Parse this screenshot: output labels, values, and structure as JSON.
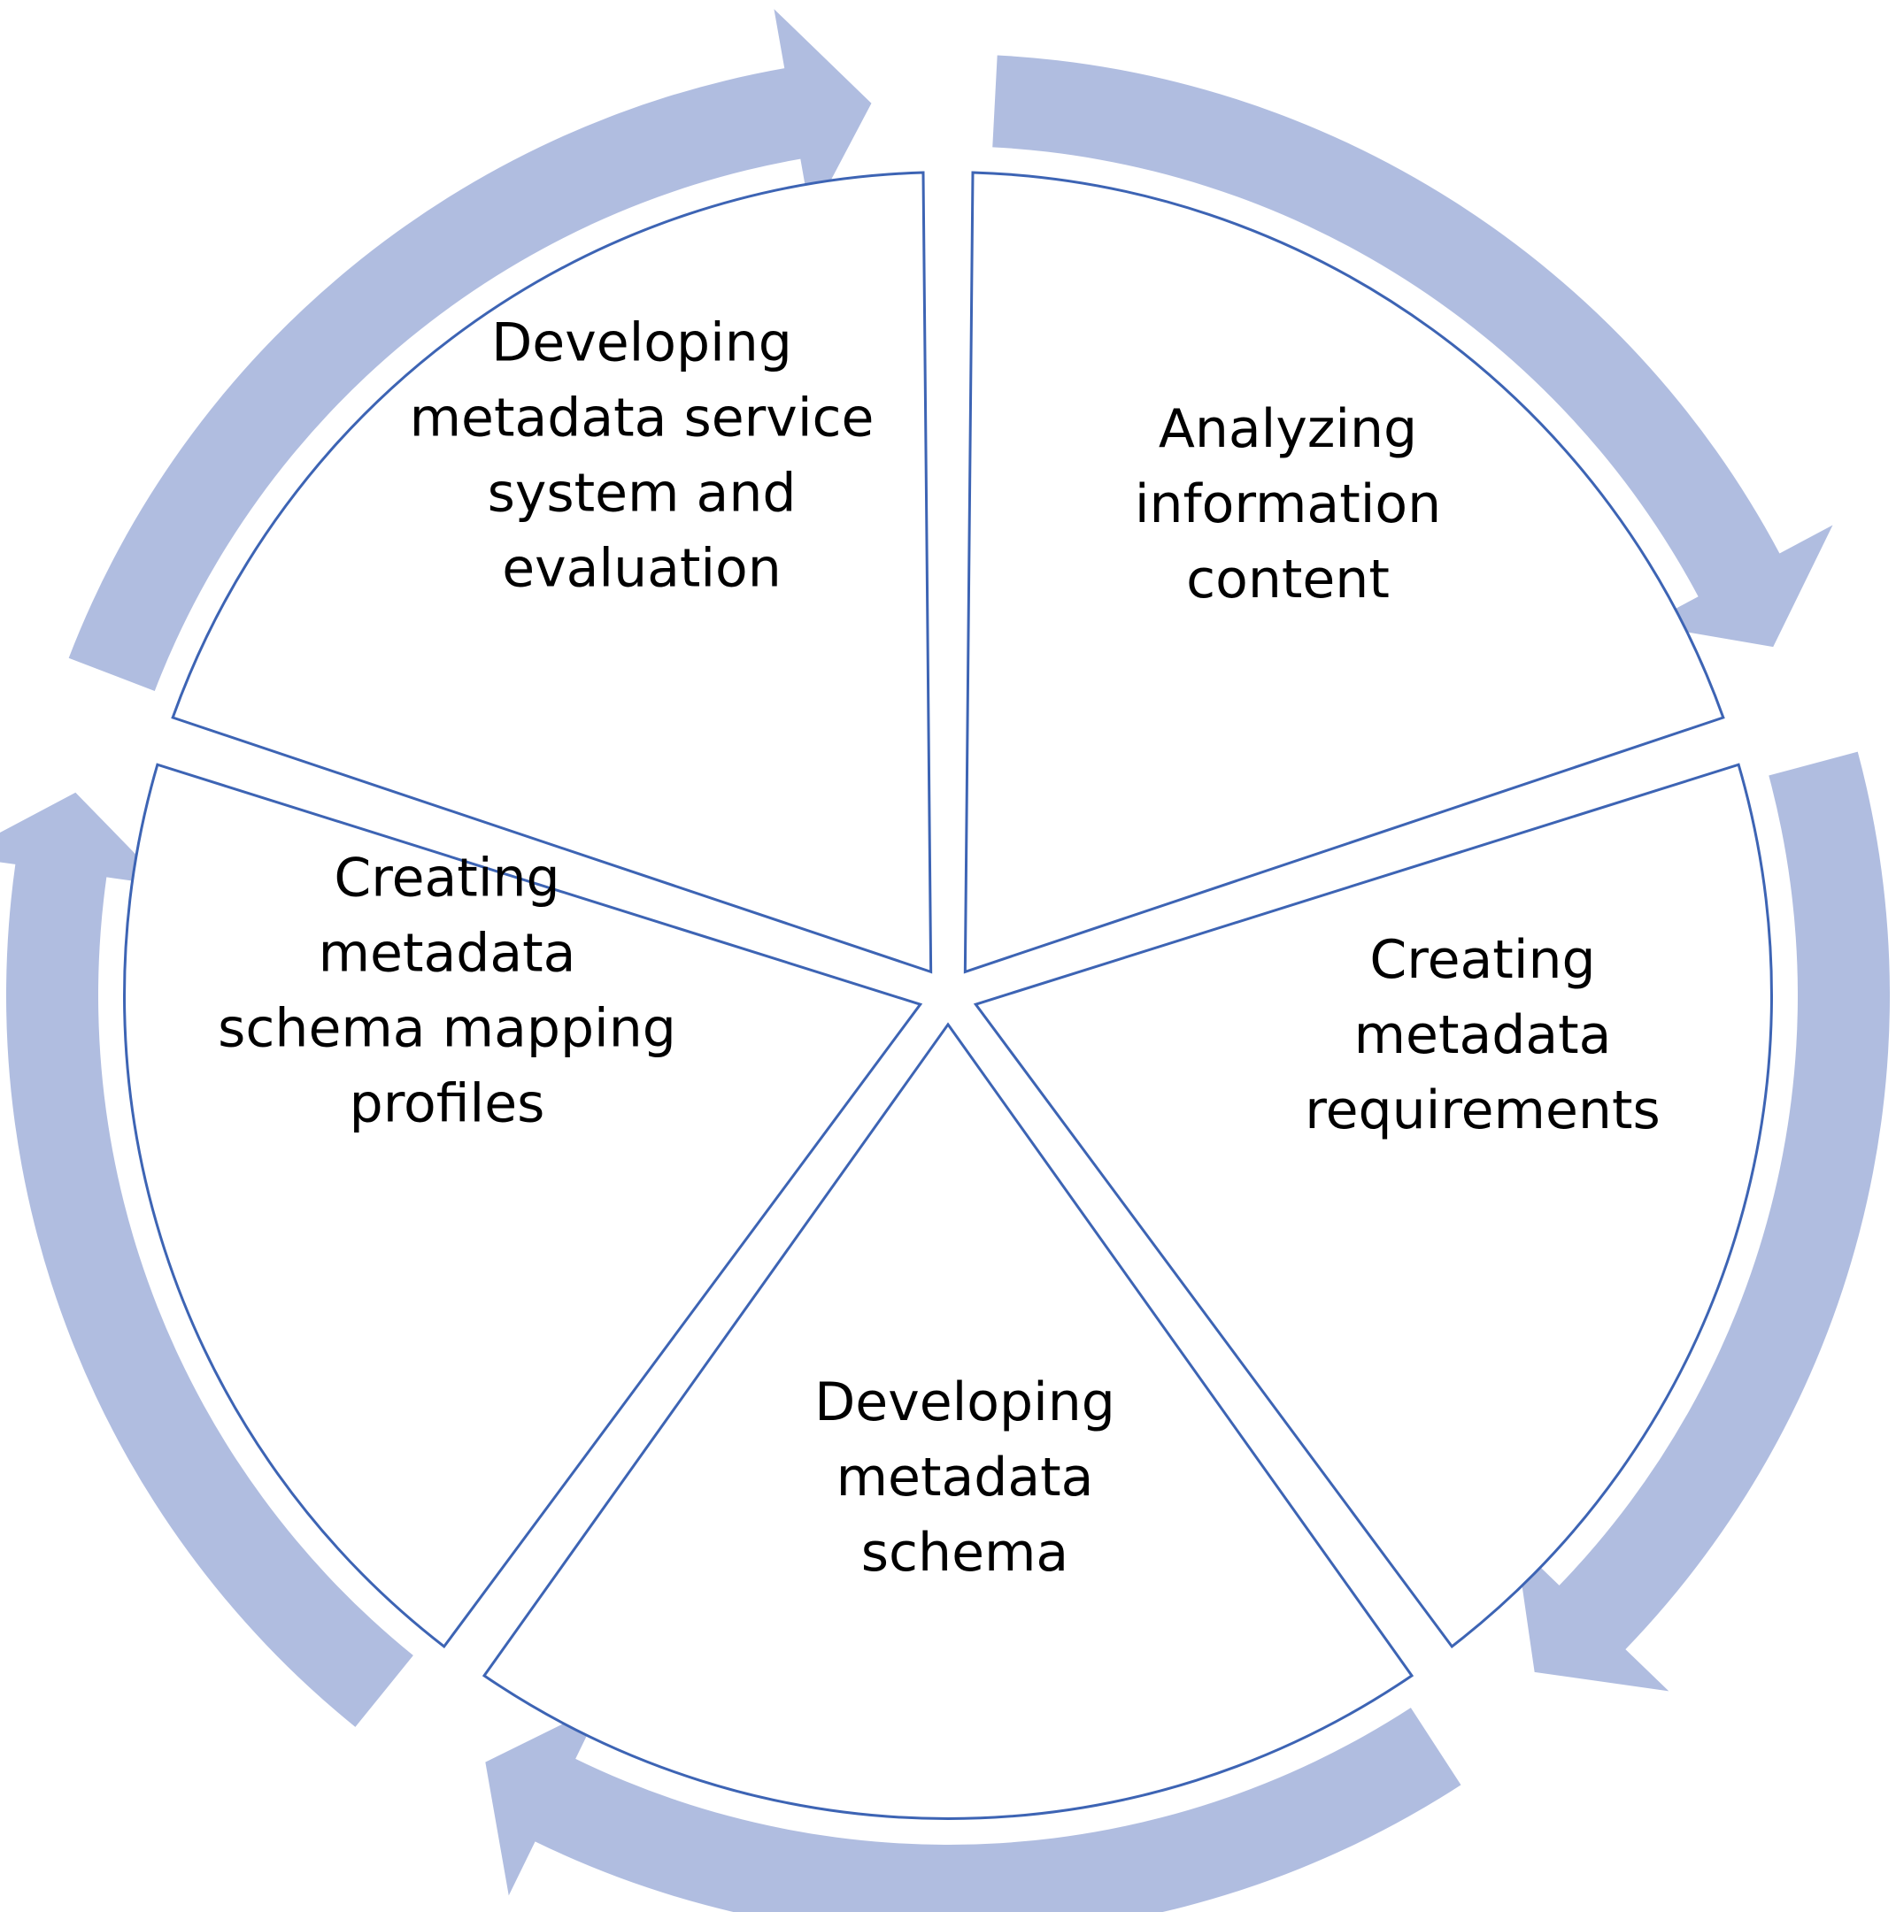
{
  "colors": {
    "arrow_fill": "#b0bde0",
    "segment_stroke": "#3d64b4",
    "background": "#ffffff",
    "text": "#000000"
  },
  "segments": [
    {
      "id": "analyzing",
      "lines": [
        "Analyzing",
        "information",
        "content"
      ]
    },
    {
      "id": "requirements",
      "lines": [
        "Creating",
        "metadata",
        "requirements"
      ]
    },
    {
      "id": "schema",
      "lines": [
        "Developing",
        "metadata",
        "schema"
      ]
    },
    {
      "id": "mapping",
      "lines": [
        "Creating",
        "metadata",
        "schema mapping",
        "profiles"
      ]
    },
    {
      "id": "service",
      "lines": [
        "Developing",
        "metadata service",
        "system and",
        "evaluation"
      ]
    }
  ]
}
